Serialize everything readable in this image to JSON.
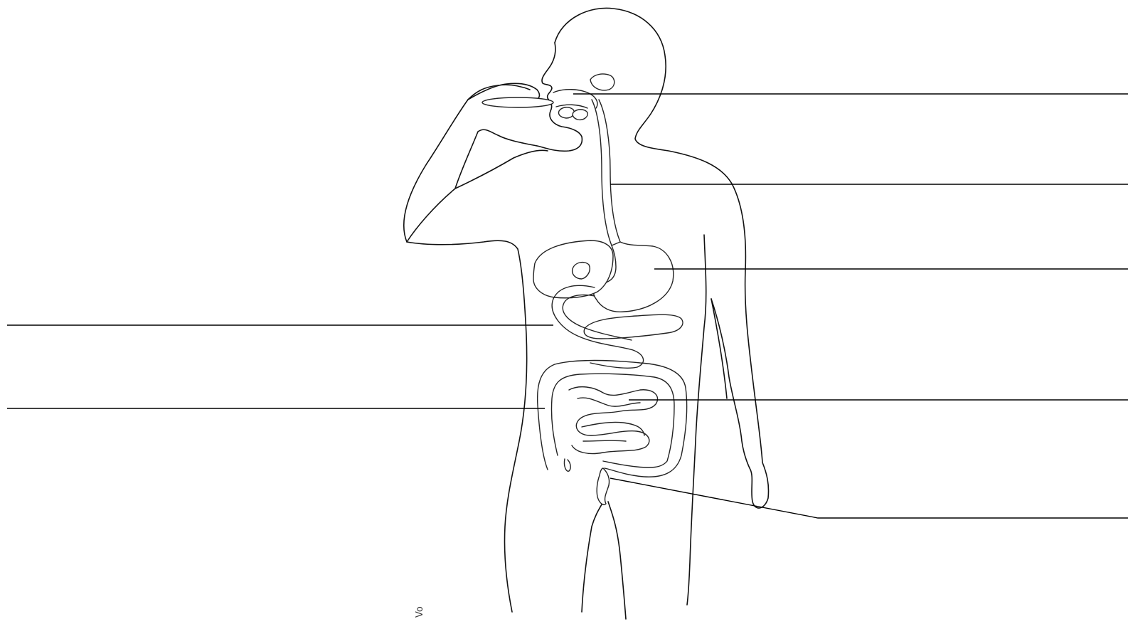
{
  "diagram": {
    "type": "unlabeled anatomical worksheet",
    "line_color": "#111111",
    "background": "#ffffff",
    "label_slots": [
      {
        "id": "slot-mouth",
        "side": "right",
        "value": ""
      },
      {
        "id": "slot-esophagus",
        "side": "right",
        "value": ""
      },
      {
        "id": "slot-stomach",
        "side": "right",
        "value": ""
      },
      {
        "id": "slot-duodenum",
        "side": "left",
        "value": ""
      },
      {
        "id": "slot-large-intestine",
        "side": "left",
        "value": ""
      },
      {
        "id": "slot-small-intestine",
        "side": "right",
        "value": ""
      },
      {
        "id": "slot-rectum",
        "side": "right",
        "value": ""
      }
    ],
    "signature": "Vo"
  }
}
